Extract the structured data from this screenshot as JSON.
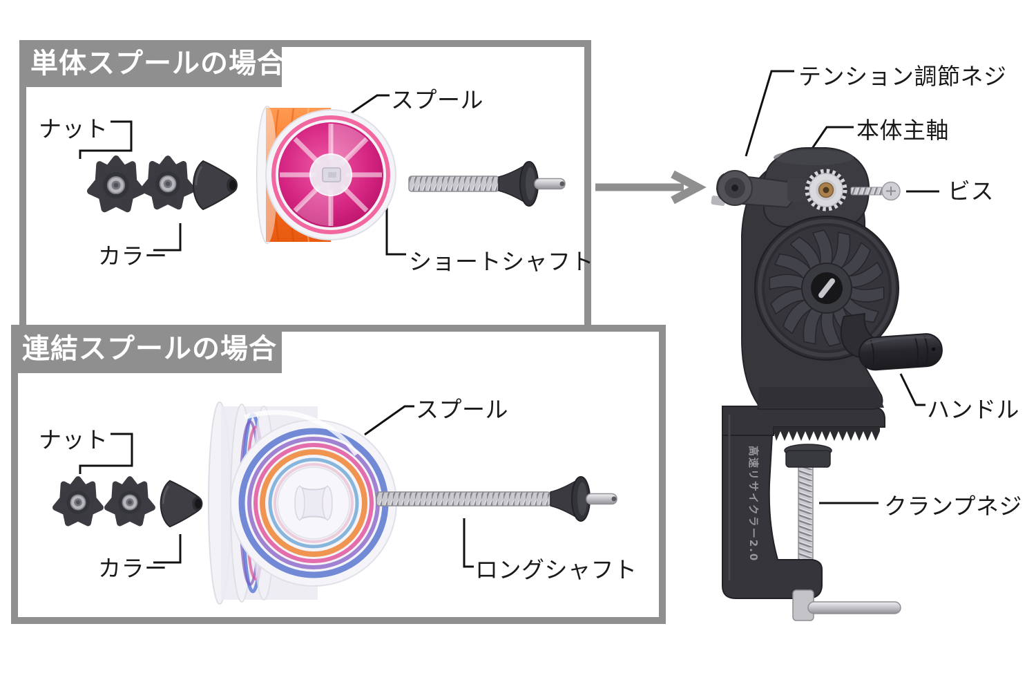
{
  "panel_single": {
    "title": "単体スプールの場合",
    "nut_label": "ナット",
    "collar_label": "カラー",
    "spool_label": "スプール",
    "shaft_label": "ショートシャフト"
  },
  "panel_linked": {
    "title": "連結スプールの場合",
    "nut_label": "ナット",
    "collar_label": "カラー",
    "spool_label": "スプール",
    "shaft_label": "ロングシャフト"
  },
  "device": {
    "tension_label": "テンション調節ネジ",
    "spindle_label": "本体主軸",
    "screw_label": "ビス",
    "handle_label": "ハンドル",
    "clamp_label": "クランプネジ",
    "body_text": "高速リサイクラー2.0"
  },
  "colors": {
    "frame_gray": "#8f8f8f",
    "label_black": "#1a1a1a",
    "device_dark": "#35353a",
    "gear_silver": "#d8d8dc",
    "brass": "#a9804e",
    "thread_silver": "#c9c9cf",
    "line_orange": "#f97628",
    "ring_pink": "#ee3f8e",
    "face_magenta": "#cf1670",
    "multi_blue": "#5a77d0",
    "multi_purple": "#8a66c8",
    "multi_pink": "#e0559e",
    "multi_orange": "#ef8a3e"
  }
}
